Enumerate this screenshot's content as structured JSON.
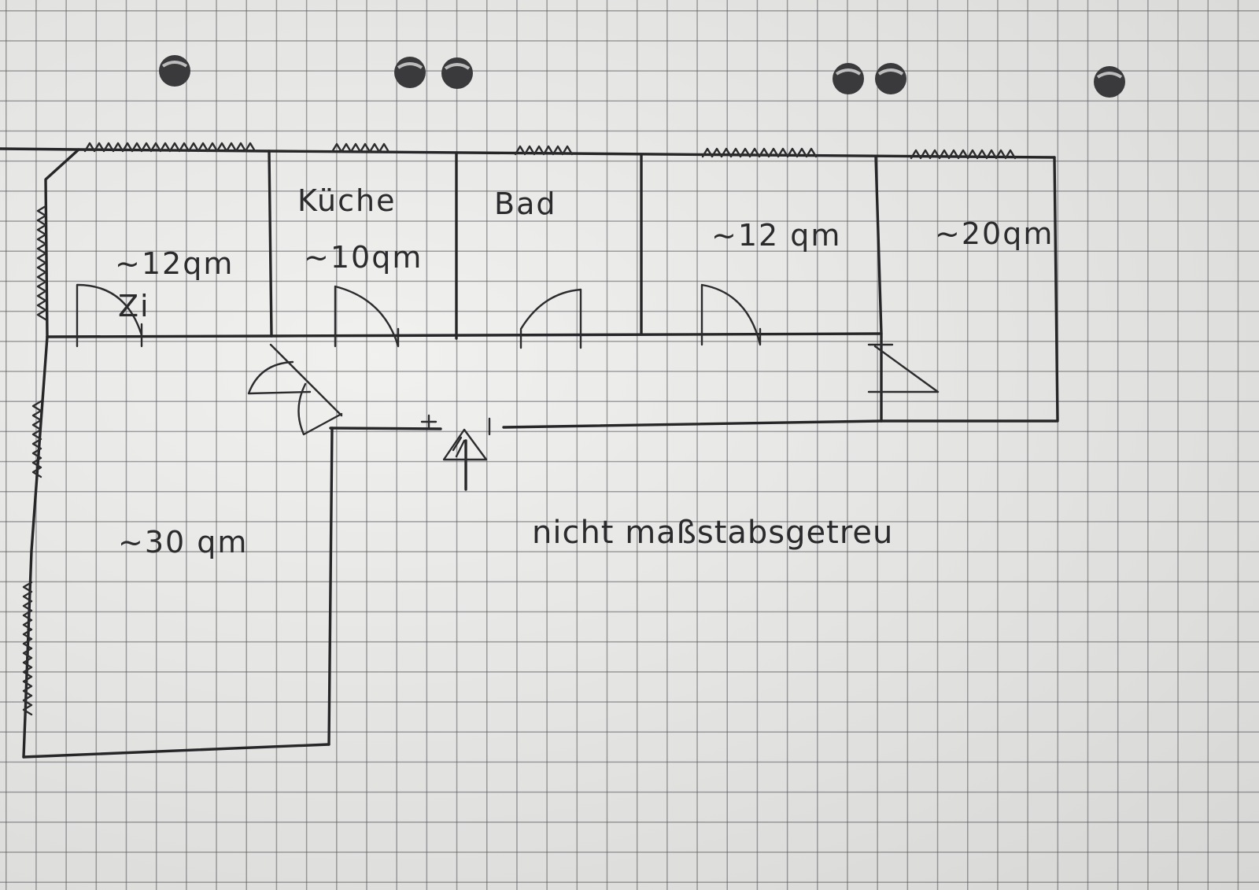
{
  "rooms": {
    "zimmer1": {
      "area": "~12qm",
      "name": "Zi"
    },
    "kueche": {
      "name": "Küche",
      "area": "~10qm"
    },
    "bad": {
      "name": "Bad"
    },
    "zimmer3": {
      "area": "~12 qm"
    },
    "zimmer4": {
      "area": "~20qm"
    },
    "wohnen": {
      "area": "~30 qm"
    }
  },
  "note": "nicht maßstabsgetreu",
  "icons": [
    "punch-hole-icon",
    "entrance-arrow-icon",
    "window-zigzag-icon",
    "door-swing-icon"
  ],
  "colors": {
    "ink": "#262628",
    "paper": "#e9e9e7",
    "grid": "#5a5a5f"
  }
}
